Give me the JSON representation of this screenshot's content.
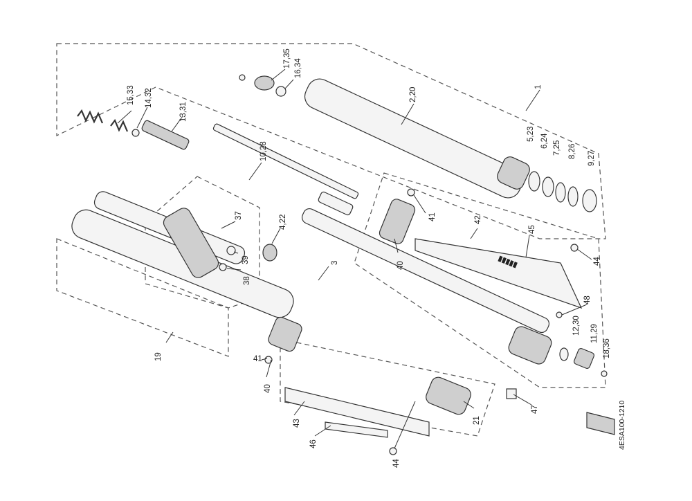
{
  "diagram": {
    "reference_code": "4ESA100-1210",
    "callouts": {
      "c1": "1",
      "c2_20": "2,20",
      "c3": "3",
      "c4_22": "4,22",
      "c5_23": "5,23",
      "c6_24": "6,24",
      "c7_25": "7,25",
      "c8_26": "8,26",
      "c9_27": "9,27",
      "c10_28": "10,28",
      "c11_29": "11,29",
      "c12_30": "12,30",
      "c13_31": "13,31",
      "c14_32": "14,32",
      "c15_33": "15,33",
      "c16_34": "16,34",
      "c17_35": "17,35",
      "c18_36": "18,36",
      "c19": "19",
      "c21": "21",
      "c37": "37",
      "c38": "38",
      "c39": "39",
      "c40a": "40",
      "c40b": "40",
      "c41a": "41",
      "c41b": "41",
      "c42": "42",
      "c43": "43",
      "c44a": "44",
      "c44b": "44",
      "c45": "45",
      "c46": "46",
      "c47": "47",
      "c48": "48"
    },
    "colors": {
      "line": "#333333",
      "part_fill": "#f4f4f4",
      "part_shade": "#cfcfcf"
    }
  }
}
